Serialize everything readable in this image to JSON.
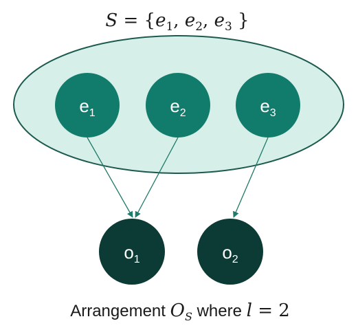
{
  "set_label": {
    "symbol": "S",
    "equals": " = {",
    "elements": [
      {
        "base": "e",
        "sub": "1"
      },
      {
        "base": "e",
        "sub": "2"
      },
      {
        "base": "e",
        "sub": "3"
      }
    ],
    "separator": ", ",
    "close": " }"
  },
  "element_nodes": [
    {
      "base": "e",
      "sub": "1"
    },
    {
      "base": "e",
      "sub": "2"
    },
    {
      "base": "e",
      "sub": "3"
    }
  ],
  "output_nodes": [
    {
      "base": "o",
      "sub": "1"
    },
    {
      "base": "o",
      "sub": "2"
    }
  ],
  "edges": [
    {
      "from": "e1",
      "to": "o1"
    },
    {
      "from": "e2",
      "to": "o1"
    },
    {
      "from": "e3",
      "to": "o2"
    }
  ],
  "caption": {
    "prefix": "Arrangement ",
    "symbol": "O",
    "symbol_sub": "S",
    "middle": " where ",
    "variable": "l",
    "equals": " = 2"
  },
  "colors": {
    "set_fill": "#d6efe8",
    "set_stroke": "#1c5a4e",
    "element_fill": "#127c6c",
    "output_fill": "#0b3b34",
    "edge": "#1f7a6a",
    "node_text": "#ffffff",
    "label_text": "#1a1a1a"
  }
}
